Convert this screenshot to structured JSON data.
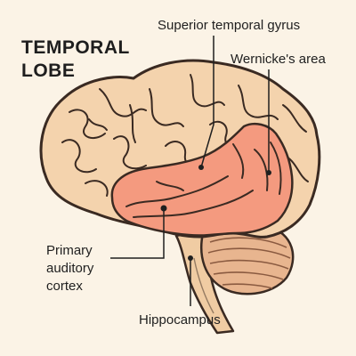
{
  "title": "TEMPORAL LOBE",
  "labels": {
    "superior_temporal_gyrus": "Superior temporal gyrus",
    "wernickes_area": "Wernicke's area",
    "primary_auditory_cortex": "Primary auditory cortex",
    "hippocampus": "Hippocampus"
  },
  "colors": {
    "background": "#fbf3e6",
    "cerebrum": "#f4d3ad",
    "temporal_lobe": "#f49a7f",
    "cerebellum": "#e8b58f",
    "brainstem": "#f0cca3",
    "outline": "#3a2a22"
  }
}
